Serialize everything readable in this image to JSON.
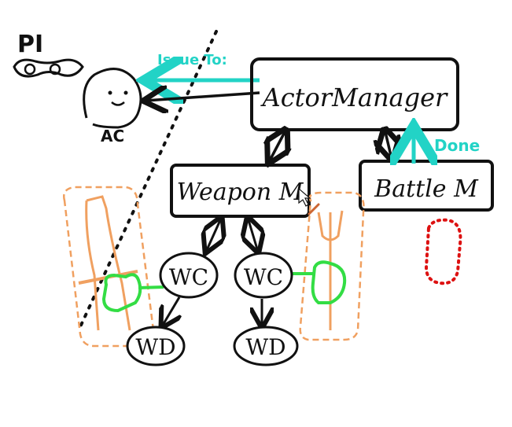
{
  "diagram": {
    "nodes": {
      "pi": "PI",
      "ac": "AC",
      "actor_manager": "ActorManager",
      "weapon_m": "Weapon M",
      "battle_m": "Battle M",
      "wc_left": "WC",
      "wc_right": "WC",
      "wd_left": "WD",
      "wd_right": "WD"
    },
    "edge_labels": {
      "issue_to": "Issue To:",
      "done": "Done"
    }
  },
  "colors": {
    "ink": "#111111",
    "cyan": "#22d3c6",
    "orange": "#f0a060",
    "green": "#33dd44",
    "red": "#dd1111"
  }
}
